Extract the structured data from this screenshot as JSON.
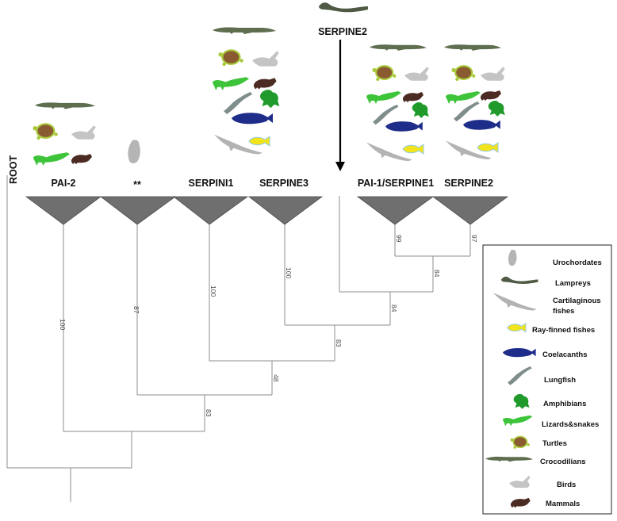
{
  "root_label": "ROOT",
  "insertion_label": "SERPINE2",
  "clades": [
    {
      "id": "pai2",
      "label": "PAI-2"
    },
    {
      "id": "urochordate",
      "label": "**"
    },
    {
      "id": "serpini1",
      "label": "SERPINI1"
    },
    {
      "id": "serpine3",
      "label": "SERPINE3"
    },
    {
      "id": "pai1",
      "label": "PAI-1/SERPINE1"
    },
    {
      "id": "serpine2",
      "label": "SERPINE2"
    }
  ],
  "supports": {
    "pai2": "100",
    "urochordate": "87",
    "serpini1": "100",
    "serpine3": "100",
    "pai1": "99",
    "serpine2": "97",
    "node_pai1_serpine2": "84",
    "node_with_lamprey": "84",
    "node_serpini1_serpine3": "83",
    "node_uro_rest": "48",
    "node_pai2_rest": "83"
  },
  "legend": {
    "items": [
      {
        "label": "Urochordates",
        "icon": "urochordate-icon",
        "color": "#b5b5b5"
      },
      {
        "label": "Lampreys",
        "icon": "lamprey-icon",
        "color": "#4f5a44"
      },
      {
        "label": "Cartilaginous fishes",
        "icon": "shark-icon",
        "color": "#b3b3b3"
      },
      {
        "label": "Ray-finned fishes",
        "icon": "ray-finned-fish-icon",
        "color": "#f2e41c"
      },
      {
        "label": "Coelacanths",
        "icon": "coelacanth-icon",
        "color": "#1f2d8a"
      },
      {
        "label": "Lungfish",
        "icon": "lungfish-icon",
        "color": "#7f8d8c"
      },
      {
        "label": "Amphibians",
        "icon": "frog-icon",
        "color": "#1f9a2b"
      },
      {
        "label": "Lizards&snakes",
        "icon": "lizard-icon",
        "color": "#3ec43a"
      },
      {
        "label": "Turtles",
        "icon": "turtle-icon",
        "color": "#9c6a3a"
      },
      {
        "label": "Crocodilians",
        "icon": "crocodile-icon",
        "color": "#5e6e4f"
      },
      {
        "label": "Birds",
        "icon": "bird-icon",
        "color": "#c4c4c4"
      },
      {
        "label": "Mammals",
        "icon": "mammal-icon",
        "color": "#4b2b22"
      }
    ]
  }
}
